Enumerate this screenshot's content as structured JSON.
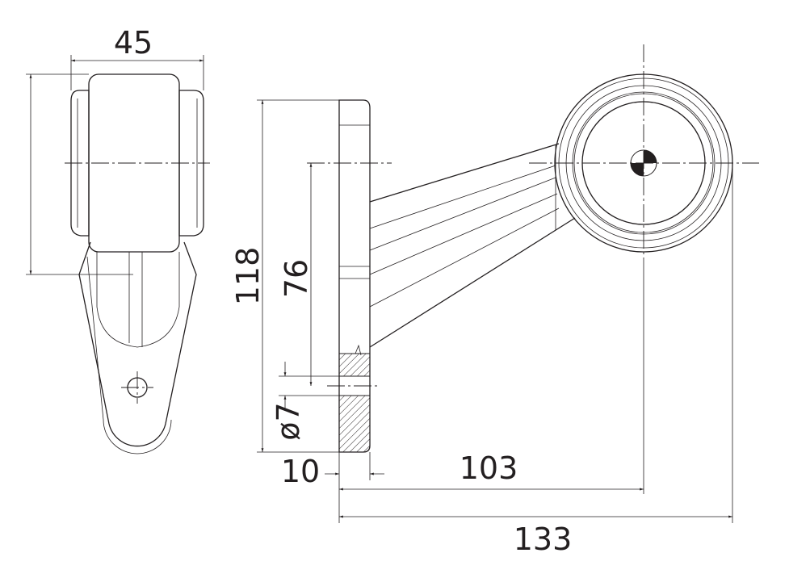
{
  "drawing": {
    "dimensions": {
      "width_front": "45",
      "total_height": "118",
      "hole_height": "76",
      "hole_diameter": "ø7",
      "base_thickness": "10",
      "arm_reach": "103",
      "total_reach": "133"
    },
    "colors": {
      "line": "#231f20",
      "background": "#ffffff"
    }
  }
}
